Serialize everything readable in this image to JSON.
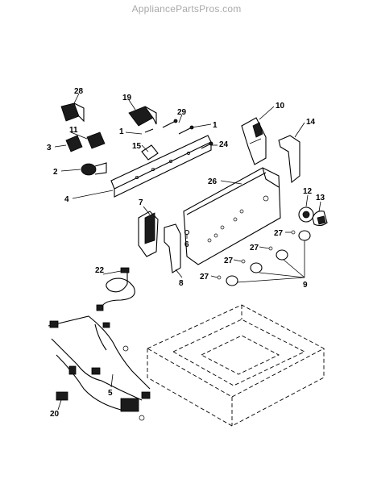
{
  "watermark": "AppliancePartsPros.com",
  "callouts": {
    "c28": "28",
    "c19": "19",
    "c29": "29",
    "c10": "10",
    "c1a": "1",
    "c1b": "1",
    "c11": "11",
    "c3": "3",
    "c15": "15",
    "c24": "24",
    "c14": "14",
    "c2": "2",
    "c26": "26",
    "c4": "4",
    "c7": "7",
    "c12": "12",
    "c13": "13",
    "c6": "6",
    "c27a": "27",
    "c27b": "27",
    "c27c": "27",
    "c27d": "27",
    "c22": "22",
    "c8": "8",
    "c9": "9",
    "c5": "5",
    "c20": "20"
  }
}
